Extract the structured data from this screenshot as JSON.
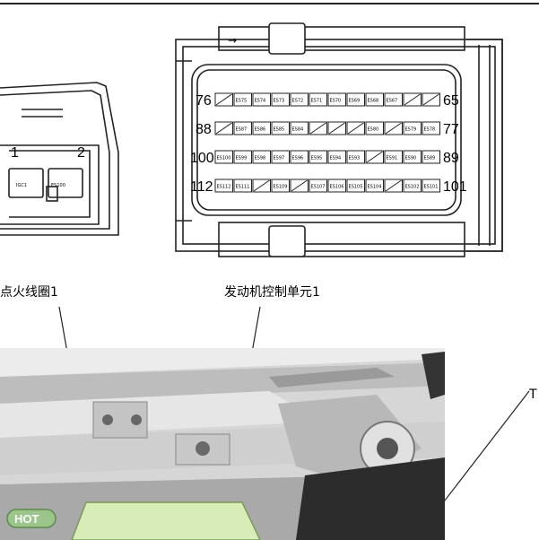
{
  "coil_connector": {
    "caption": "点火线圈1",
    "pin_numbers": [
      "1",
      "2"
    ],
    "pin_codes": [
      "IGC1",
      "ES100"
    ]
  },
  "ecu_connector": {
    "caption": "发动机控制单元1",
    "arrow_glyph": "→",
    "row_labels": [
      {
        "left": "76",
        "right": "65"
      },
      {
        "left": "88",
        "right": "77"
      },
      {
        "left": "100",
        "right": "89"
      },
      {
        "left": "112",
        "right": "101"
      }
    ],
    "rows": [
      [
        "",
        "ES75",
        "ES74",
        "ES73",
        "ES72",
        "ES71",
        "ES70",
        "ES69",
        "ES68",
        "ES67",
        "",
        ""
      ],
      [
        "",
        "ES87",
        "ES86",
        "ES85",
        "ES84",
        "",
        "",
        "",
        "ES80",
        "",
        "ES79",
        "ES78"
      ],
      [
        "ES100",
        "ES99",
        "ES98",
        "ES97",
        "ES96",
        "ES95",
        "ES94",
        "ES93",
        "",
        "ES91",
        "ES90",
        "ES89"
      ],
      [
        "ES112",
        "ES111",
        "",
        "ES109",
        "",
        "ES107",
        "ES106",
        "ES105",
        "ES104",
        "",
        "ES102",
        "ES101"
      ]
    ]
  },
  "photo": {
    "badge_text": "HOT",
    "edge_label": "T"
  }
}
